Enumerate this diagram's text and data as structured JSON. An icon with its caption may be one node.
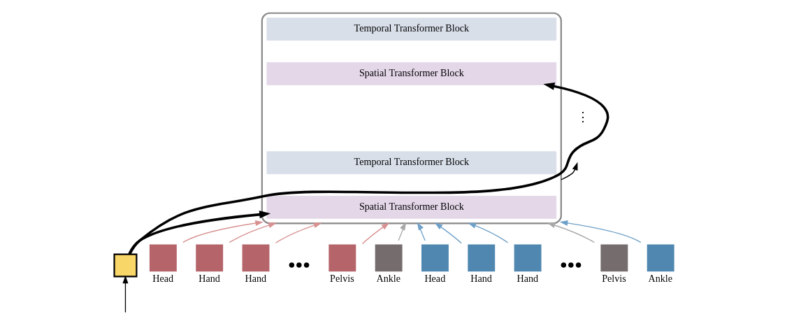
{
  "diagram": {
    "nodes": [
      {
        "text": [],
        "shape": "box"
      },
      {
        "text": [
          "Temporal Transformer Block"
        ],
        "in": 0
      },
      {
        "text": [
          "Spatial Transformer Block"
        ],
        "in": 0
      },
      {
        "text": [
          "Temporal Transformer Block"
        ],
        "in": 0
      },
      {
        "text": [
          "Spatial Transformer Block"
        ],
        "in": 0
      },
      {
        "text": [],
        "shape": "box"
      },
      {
        "text": [
          "Head"
        ]
      },
      {
        "text": [
          "Hand"
        ]
      },
      {
        "text": [
          "Hand"
        ]
      },
      {
        "text": [
          "Pelvis"
        ]
      },
      {
        "text": [
          "Ankle"
        ]
      },
      {
        "text": [
          "Head"
        ]
      },
      {
        "text": [
          "Hand"
        ]
      },
      {
        "text": [
          "Hand"
        ]
      },
      {
        "text": [
          "Pelvis"
        ]
      },
      {
        "text": [
          "Ankle"
        ]
      }
    ],
    "edges": [
      {
        "from": 0,
        "to": null,
        "arrow": "to"
      },
      {
        "from": null,
        "to": 5,
        "arrow": "to"
      },
      {
        "from": 5,
        "to": 2,
        "arrow": "to",
        "style": "thick"
      },
      {
        "from": 5,
        "to": 4,
        "arrow": "to",
        "style": "thick"
      },
      {
        "from": 6,
        "to": 0,
        "arrow": "to",
        "color": "#d89090"
      },
      {
        "from": 7,
        "to": 0,
        "arrow": "to",
        "color": "#d89090"
      },
      {
        "from": 8,
        "to": 0,
        "arrow": "to",
        "color": "#d89090"
      },
      {
        "from": 9,
        "to": 0,
        "arrow": "to",
        "color": "#d89090"
      },
      {
        "from": 10,
        "to": 0,
        "arrow": "to",
        "color": "#a8a8a8"
      },
      {
        "from": 11,
        "to": 0,
        "arrow": "to",
        "color": "#6fa0c8"
      },
      {
        "from": 12,
        "to": 0,
        "arrow": "to",
        "color": "#6fa0c8"
      },
      {
        "from": 13,
        "to": 0,
        "arrow": "to",
        "color": "#6fa0c8"
      },
      {
        "from": 14,
        "to": 0,
        "arrow": "to",
        "color": "#a8a8a8"
      },
      {
        "from": 15,
        "to": 0,
        "arrow": "to",
        "color": "#6fa0c8"
      }
    ],
    "labels": [
      "⋮",
      "●●●",
      "●●●"
    ]
  }
}
